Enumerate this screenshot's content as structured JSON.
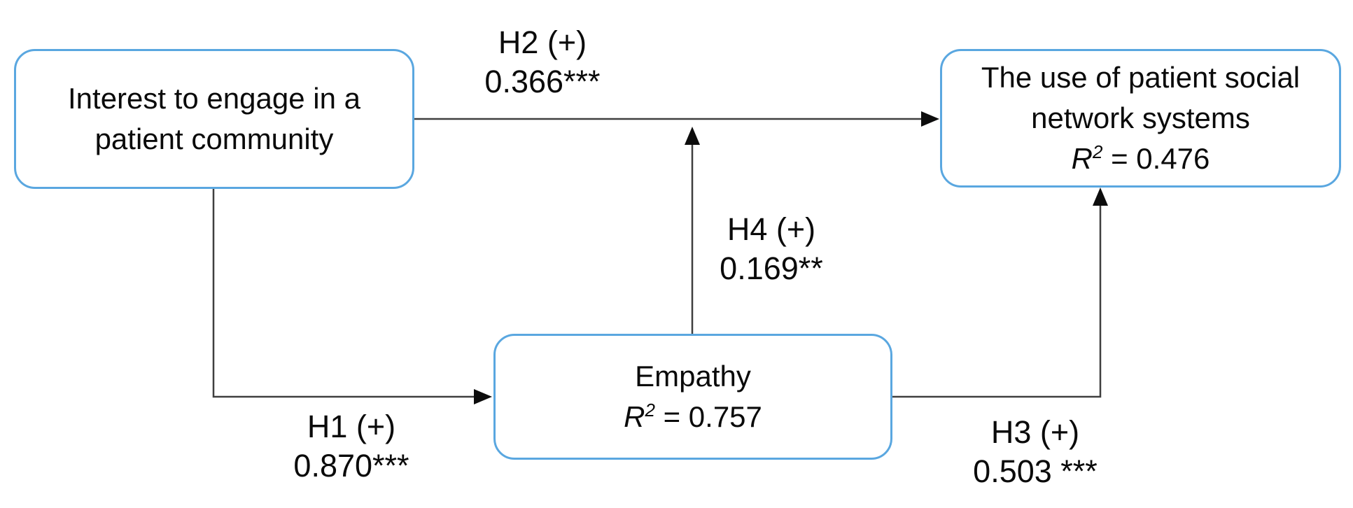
{
  "figure": {
    "colors": {
      "box_border": "#5aa7e0",
      "arrow_line": "#3f3f3f",
      "arrow_head": "#0d0d0d",
      "text": "#0a0a0a",
      "background": "#ffffff"
    },
    "nodes": {
      "interest": {
        "line1": "Interest to engage in a",
        "line2": "patient community"
      },
      "psns": {
        "line1": "The use of patient social",
        "line2": "network systems",
        "r2_symbol": "R",
        "r2_sup": "2",
        "r2_rest": " = 0.476"
      },
      "empathy": {
        "line1": "Empathy",
        "r2_symbol": "R",
        "r2_sup": "2",
        "r2_rest": " = 0.757"
      }
    },
    "hypotheses": {
      "h1": {
        "label": "H1 (+)",
        "value": "0.870***"
      },
      "h2": {
        "label": "H2 (+)",
        "value": "0.366***"
      },
      "h3": {
        "label": "H3 (+)",
        "value": "0.503 ***"
      },
      "h4": {
        "label": "H4 (+)",
        "value": "0.169**"
      }
    }
  }
}
